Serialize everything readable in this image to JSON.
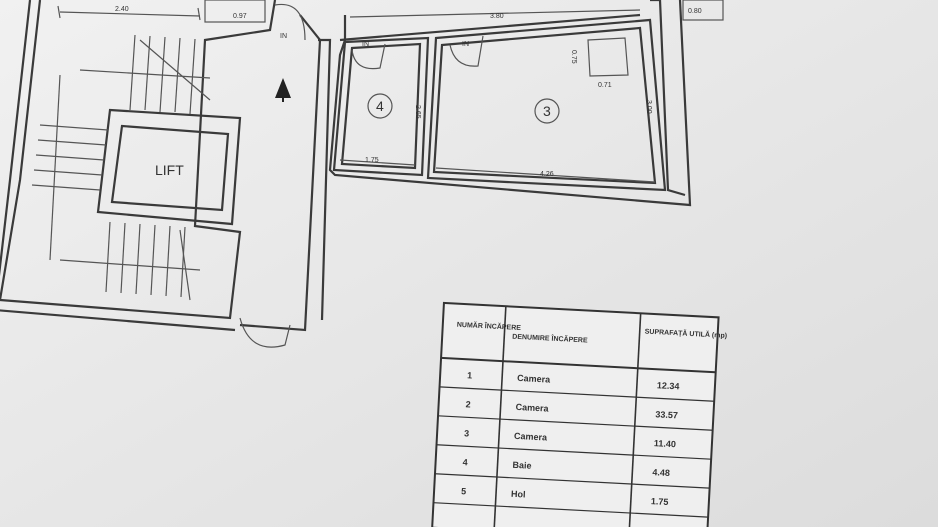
{
  "plan": {
    "lift_label": "LIFT",
    "north_arrow": "north-arrow-icon",
    "rooms": [
      {
        "id": "4",
        "label": "4"
      },
      {
        "id": "3",
        "label": "3"
      }
    ],
    "dimensions": {
      "d_top_left": "2.40",
      "d_top_small": "0.97",
      "d_top_room": "3.80",
      "d_top_right": "0.80",
      "d_room4_w": "1.75",
      "d_room4_h": "2.65",
      "d_room3_w": "4.26",
      "d_room3_h": "3.00",
      "d_closet_w": "0.71",
      "d_closet_h": "0.75"
    },
    "door_marks": [
      "IN",
      "IN",
      "IN"
    ]
  },
  "table": {
    "headers": [
      "NUMĂR ÎNCĂPERE",
      "DENUMIRE ÎNCĂPERE",
      "SUPRAFAȚĂ UTILĂ (mp)"
    ],
    "rows": [
      {
        "nr": "1",
        "name": "Camera",
        "area": "12.34"
      },
      {
        "nr": "2",
        "name": "Camera",
        "area": "33.57"
      },
      {
        "nr": "3",
        "name": "Camera",
        "area": "11.40"
      },
      {
        "nr": "4",
        "name": "Baie",
        "area": "4.48"
      },
      {
        "nr": "5",
        "name": "Hol",
        "area": "1.75"
      }
    ]
  }
}
